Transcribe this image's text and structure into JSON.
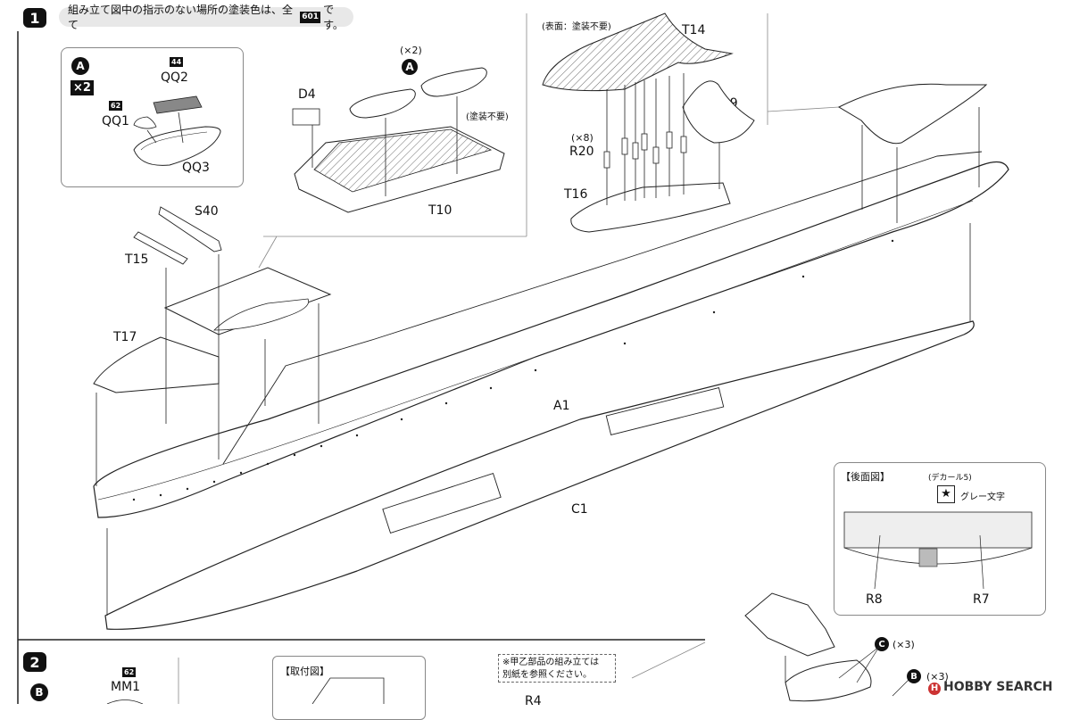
{
  "step1": {
    "number": "1",
    "instruction_prefix": "組み立て図中の指示のない場所の塗装色は、全て",
    "instruction_code": "601",
    "instruction_suffix": "です。"
  },
  "boxA": {
    "marker": "A",
    "multiplier": "×2",
    "qq2_code": "44",
    "qq2": "QQ2",
    "qq1_code": "62",
    "qq1": "QQ1",
    "qq3": "QQ3"
  },
  "boxT10": {
    "count": "(×2)",
    "marker": "A",
    "d4": "D4",
    "note": "(塗装不要)",
    "t10": "T10"
  },
  "boxT14": {
    "note": "(表面：塗装不要)",
    "t14": "T14",
    "s39": "S39",
    "count": "(×8)",
    "r20": "R20",
    "t16": "T16"
  },
  "main": {
    "s40": "S40",
    "t15": "T15",
    "t17": "T17",
    "a1": "A1",
    "c1": "C1"
  },
  "rear_view": {
    "title": "【後面図】",
    "decal": "(デカール5)",
    "gray_text": "グレー文字",
    "r8": "R8",
    "r7": "R7"
  },
  "step2": {
    "number": "2",
    "marker": "B",
    "mm1_code": "62",
    "mm1": "MM1",
    "mount_title": "【取付図】",
    "note_line1": "※甲乙部品の組み立ては",
    "note_line2": "別紙を参照ください。",
    "r4": "R4",
    "c_marker": "C",
    "c_count": "(×3)",
    "b_marker": "B",
    "b_count": "(×3)"
  },
  "watermark": "HOBBY SEARCH"
}
